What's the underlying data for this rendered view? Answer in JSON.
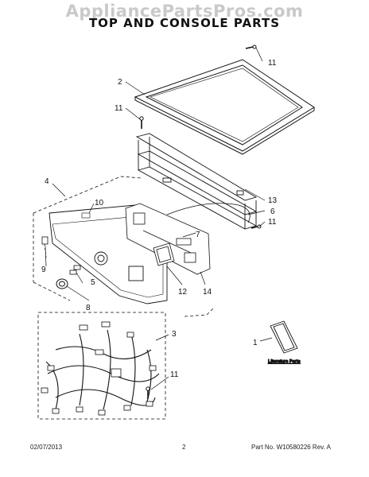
{
  "watermark": "AppliancePartsPros.com",
  "title": "TOP AND CONSOLE PARTS",
  "callouts": {
    "c1": "1",
    "c2": "2",
    "c3": "3",
    "c4": "4",
    "c5": "5",
    "c6": "6",
    "c7": "7",
    "c8": "8",
    "c9": "9",
    "c10": "10",
    "c11a": "11",
    "c11b": "11",
    "c11c": "11",
    "c11d": "11",
    "c12": "12",
    "c13": "13",
    "c14": "14"
  },
  "literature_label": "Literature Parts",
  "footer": {
    "date": "02/07/2013",
    "page": "2",
    "part": "Part No. W10580226  Rev. A"
  }
}
